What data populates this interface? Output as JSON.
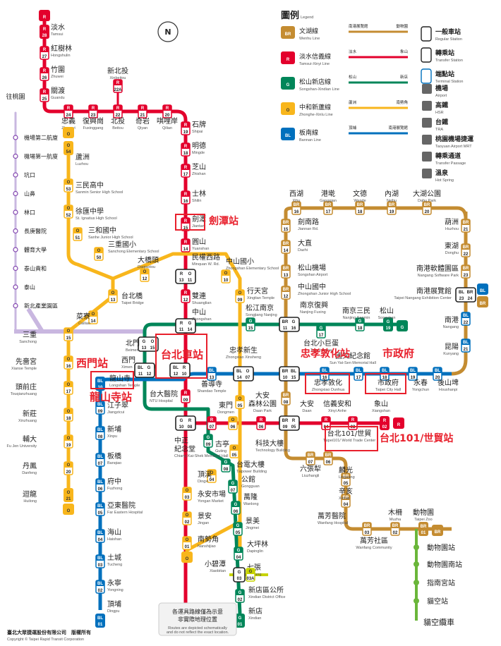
{
  "legend": {
    "title": "圖例",
    "title_en": "Legend",
    "station_types": [
      {
        "zh": "一般車站",
        "en": "Regular Station"
      },
      {
        "zh": "轉乘站",
        "en": "Transfer Station"
      },
      {
        "zh": "端點站",
        "en": "Terminal Station"
      }
    ],
    "lines": [
      {
        "code": "BR",
        "zh": "文湖線",
        "en": "Wenhu Line",
        "color": "#c48c31",
        "ends": [
          "南港展覽館",
          "動物園"
        ]
      },
      {
        "code": "R",
        "zh": "淡水信義線",
        "en": "Tamsui-Xinyi Line",
        "color": "#e3002c",
        "ends": [
          "淡水",
          "象山"
        ]
      },
      {
        "code": "G",
        "zh": "松山新店線",
        "en": "Songshan-Xindian Line",
        "color": "#008659",
        "ends": [
          "松山",
          "新店"
        ]
      },
      {
        "code": "O",
        "zh": "中和新蘆線",
        "en": "Zhonghe-Xinlu Line",
        "color": "#f8b61c",
        "ends": [
          "蘆洲",
          "南勢角"
        ]
      },
      {
        "code": "BL",
        "zh": "板南線",
        "en": "Bannan Line",
        "color": "#0070bd",
        "ends": [
          "頂埔",
          "南港展覽館"
        ]
      }
    ],
    "facilities": [
      {
        "icon": "airport-icon",
        "zh": "機場",
        "en": "Airport"
      },
      {
        "icon": "hsr-icon",
        "zh": "高鐵",
        "en": "HSR"
      },
      {
        "icon": "tra-icon",
        "zh": "台鐵",
        "en": "TRA"
      },
      {
        "icon": "airport-mrt-icon",
        "zh": "桃園機場捷運",
        "en": "Taoyuan Airport MRT"
      },
      {
        "icon": "transfer-passage-icon",
        "zh": "轉乘通道",
        "en": "Transfer Passage"
      },
      {
        "icon": "hot-spring-icon",
        "zh": "溫泉",
        "en": "Hot Spring"
      }
    ]
  },
  "airport_mrt": {
    "header": "往桃園",
    "stations": [
      "機場第二航廈",
      "機場第一航廈",
      "坑口",
      "山鼻",
      "林口",
      "長庚醫院",
      "體育大學",
      "泰山貴和",
      "泰山",
      "新北產業園區",
      "新北產業園區"
    ]
  },
  "highlights": [
    "劍潭站",
    "西門站",
    "台北車站",
    "龍山寺站",
    "忠孝敦化站",
    "市政府",
    "台北101/世貿站"
  ],
  "maokong": {
    "stations": [
      "動物園站",
      "動物園南站",
      "指南宮站",
      "貓空站"
    ],
    "name": "貓空纜車"
  },
  "note": {
    "zh": "各運具路線僅為示意\n非實際地理位置",
    "en": "Routes are depicted schematically and do not reflect the exact location."
  },
  "footer": {
    "zh": "臺北大眾捷運股份有限公司　版權所有",
    "en": "Copyright © Taipei Rapid Transit Corporation"
  },
  "colors": {
    "R": "#e3002c",
    "BL": "#0070bd",
    "G": "#008659",
    "O": "#f8b61c",
    "BR": "#c48c31",
    "A": "#8246af",
    "Y": "#c7d300"
  }
}
